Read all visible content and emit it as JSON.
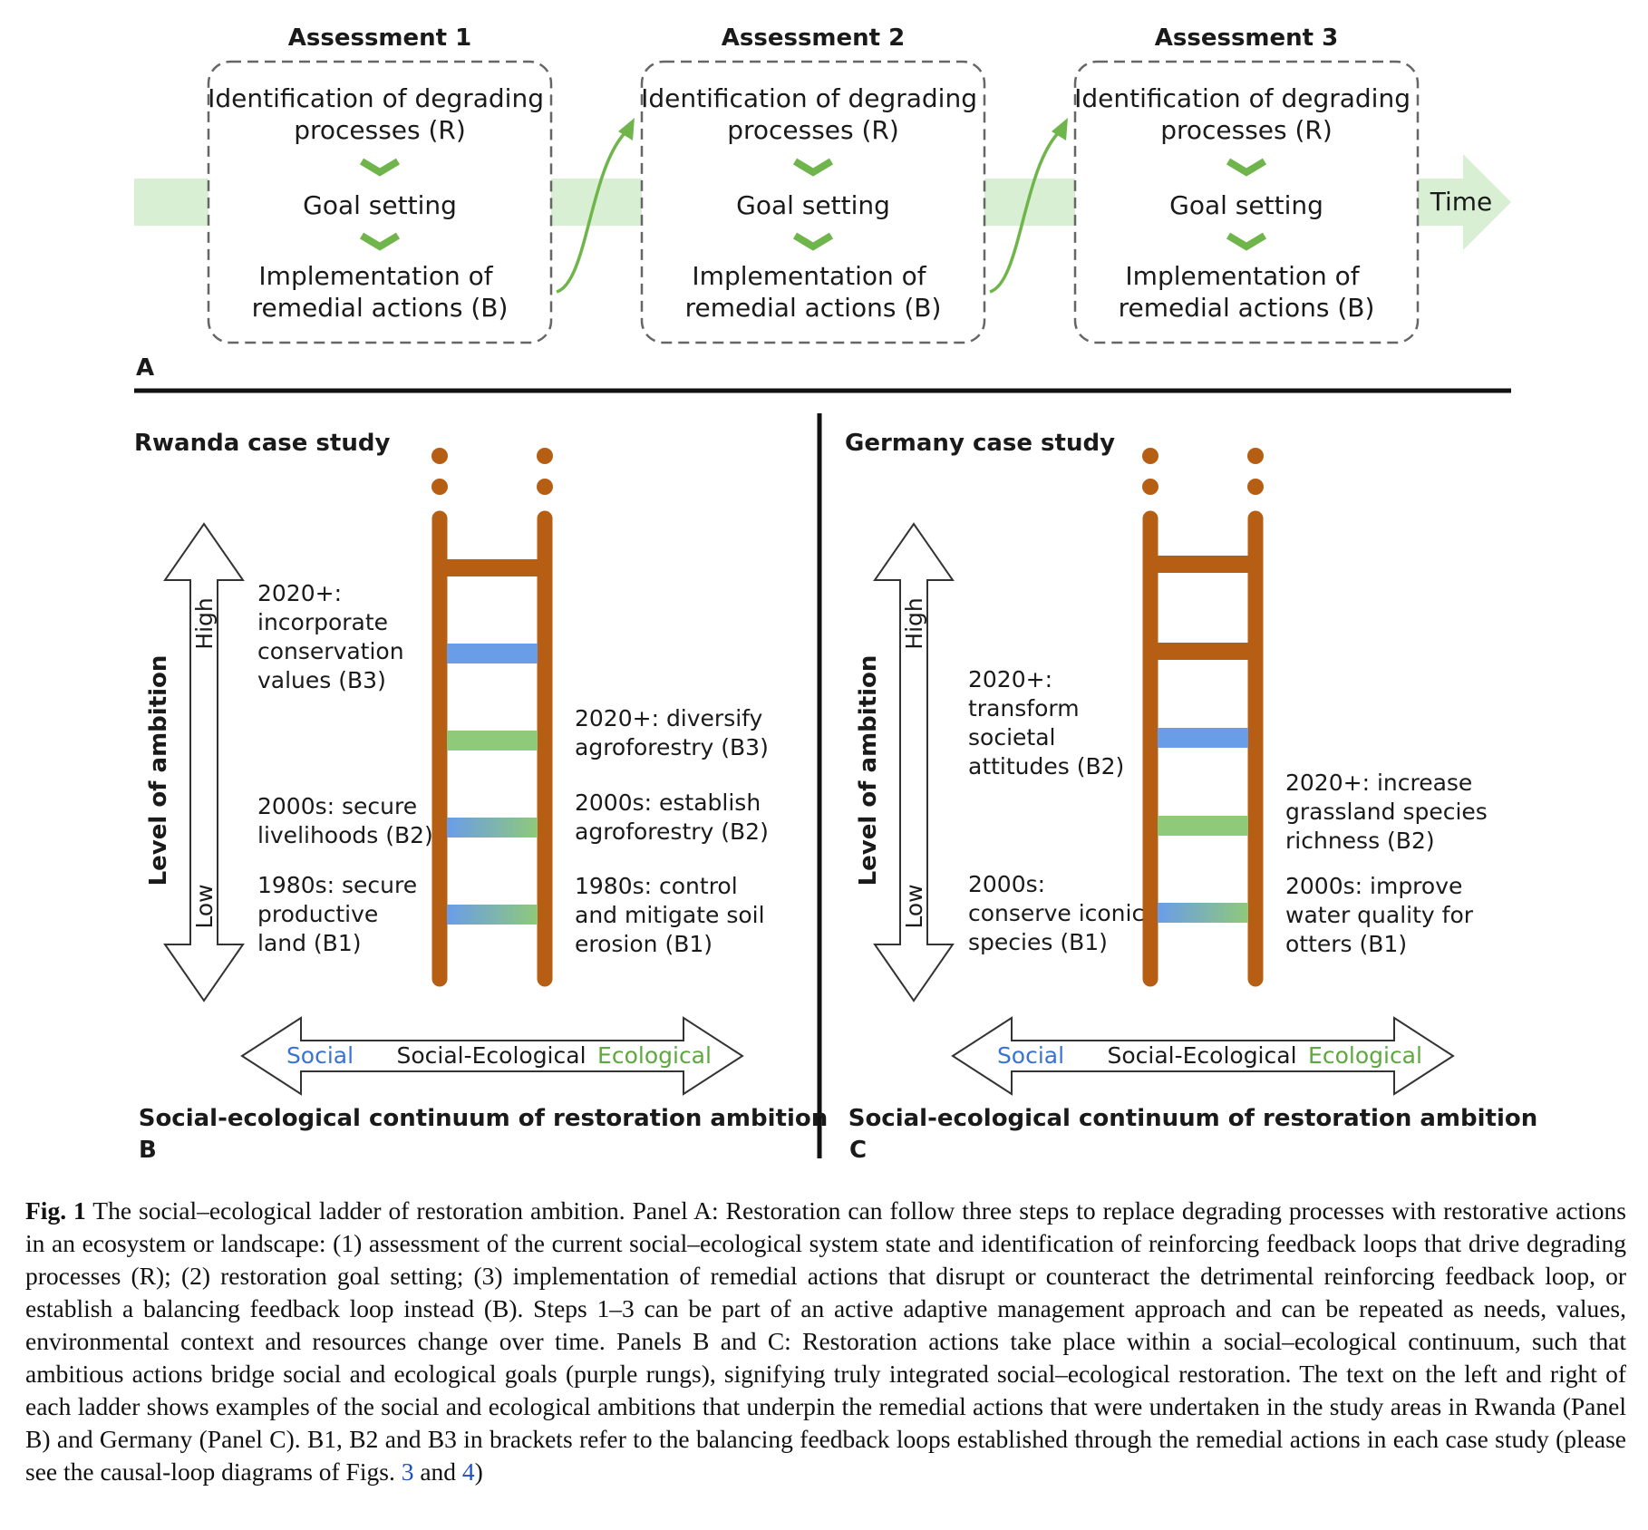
{
  "panel_a": {
    "assessments": [
      {
        "title": "Assessment 1",
        "step1": [
          "Identification of degrading",
          "processes (R)"
        ],
        "step2": "Goal setting",
        "step3": [
          "Implementation of",
          "remedial actions (B)"
        ]
      },
      {
        "title": "Assessment 2",
        "step1": [
          "Identification of degrading",
          "processes (R)"
        ],
        "step2": "Goal setting",
        "step3": [
          "Implementation of",
          "remedial actions (B)"
        ]
      },
      {
        "title": "Assessment 3",
        "step1": [
          "Identification of degrading",
          "processes (R)"
        ],
        "step2": "Goal setting",
        "step3": [
          "Implementation of",
          "remedial actions (B)"
        ]
      }
    ],
    "time_label": "Time",
    "panel_letter": "A"
  },
  "panel_b": {
    "title": "Rwanda case study",
    "panel_letter": "B",
    "vertical_axis": {
      "label": "Level of ambition",
      "high": "High",
      "low": "Low"
    },
    "left_labels": [
      [
        "2020+:",
        "incorporate",
        "conservation",
        "values (B3)"
      ],
      [
        "2000s: secure",
        "livelihoods (B2)"
      ],
      [
        "1980s: secure",
        "productive",
        "land (B1)"
      ]
    ],
    "right_labels": [
      [
        "2020+: diversify",
        "agroforestry (B3)"
      ],
      [
        "2000s: establish",
        "agroforestry (B2)"
      ],
      [
        "1980s: control",
        "and mitigate soil",
        "erosion (B1)"
      ]
    ],
    "continuum": {
      "social": "Social",
      "social_ecological": "Social-Ecological",
      "ecological": "Ecological",
      "caption": "Social-ecological continuum of restoration ambition"
    }
  },
  "panel_c": {
    "title": "Germany case study",
    "panel_letter": "C",
    "vertical_axis": {
      "label": "Level of ambition",
      "high": "High",
      "low": "Low"
    },
    "left_labels": [
      [
        "2020+:",
        "transform",
        "societal",
        "attitudes (B2)"
      ],
      [
        "2000s:",
        "conserve iconic",
        "species (B1)"
      ]
    ],
    "right_labels": [
      [
        "2020+: increase",
        "grassland species",
        "richness (B2)"
      ],
      [
        "2000s: improve",
        "water quality for",
        "otters (B1)"
      ]
    ],
    "continuum": {
      "social": "Social",
      "social_ecological": "Social-Ecological",
      "ecological": "Ecological",
      "caption": "Social-ecological continuum of restoration ambition"
    }
  },
  "colors": {
    "ladder": "#b65f14",
    "social": "#6a9de8",
    "ecological": "#8fc97a",
    "time_arrow": "#d8efd3",
    "chevron": "#6fb54b"
  },
  "caption": {
    "label": "Fig. 1",
    "text_before_ref3": "The social–ecological ladder of restoration ambition. Panel A: Restoration can follow three steps to replace degrading processes with restorative actions in an ecosystem or landscape: (1) assessment of the current social–ecological system state and identification of reinforcing feedback loops that drive degrading processes (R); (2) restoration goal setting; (3) implementation of remedial actions that disrupt or counteract the detrimental reinforcing feedback loop, or establish a balancing feedback loop instead (B). Steps 1–3 can be part of an active adaptive management approach and can be repeated as needs, values, environmental context and resources change over time. Panels B and C: Restoration actions take place within a social–ecological continuum, such that ambitious actions bridge social and ecological goals (purple rungs), signifying truly integrated social–ecological restoration. The text on the left and right of each ladder shows examples of the social and ecological ambitions that underpin the remedial actions that were undertaken in the study areas in Rwanda (Panel B) and Germany (Panel C). B1, B2 and B3 in brackets refer to the balancing feedback loops established through the remedial actions in each case study (please see the causal-loop diagrams of Figs.",
    "ref3": "3",
    "and": "and",
    "ref4": "4",
    "end": ")"
  }
}
